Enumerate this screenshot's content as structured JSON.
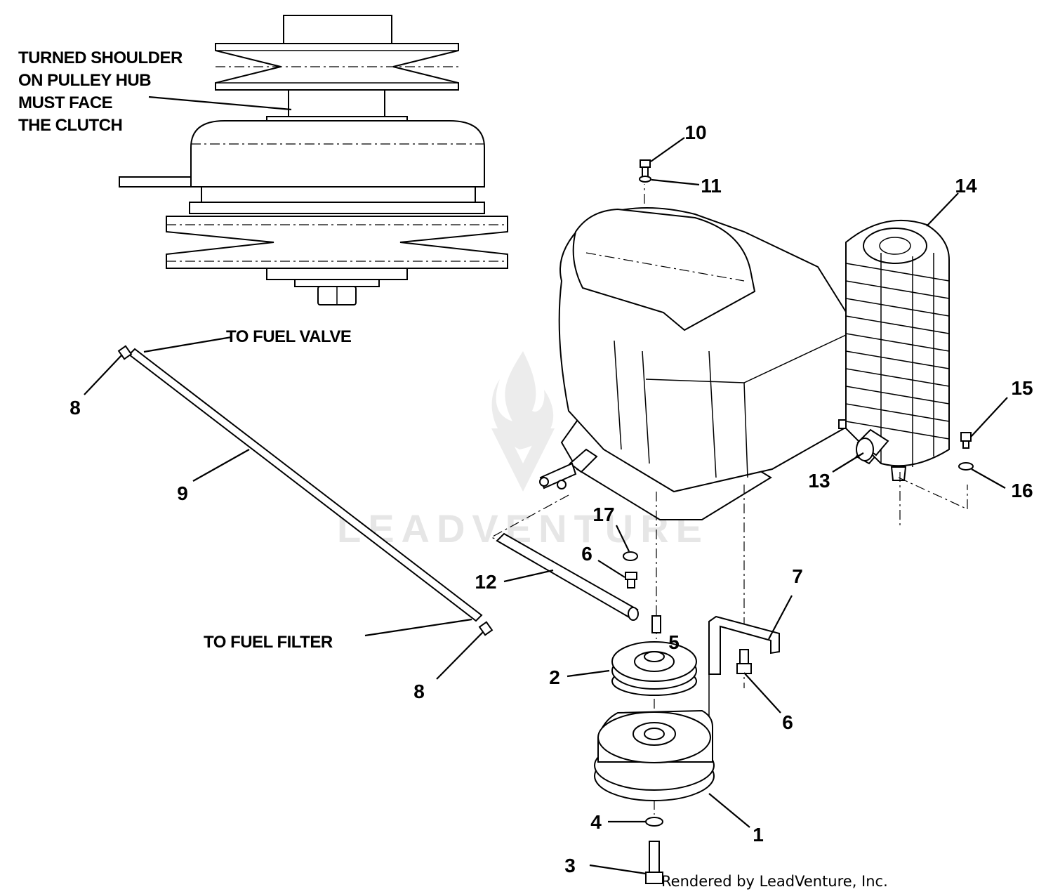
{
  "notes": {
    "shoulder_line1": "TURNED SHOULDER",
    "shoulder_line2": "ON PULLEY HUB",
    "shoulder_line3": "MUST FACE",
    "shoulder_line4": "THE CLUTCH",
    "to_fuel_valve": "TO FUEL VALVE",
    "to_fuel_filter": "TO FUEL FILTER"
  },
  "callouts": {
    "c1": "1",
    "c2": "2",
    "c3": "3",
    "c4": "4",
    "c5": "5",
    "c6a": "6",
    "c6b": "6",
    "c7": "7",
    "c8a": "8",
    "c8b": "8",
    "c9": "9",
    "c10": "10",
    "c11": "11",
    "c12": "12",
    "c13": "13",
    "c14": "14",
    "c15": "15",
    "c16": "16",
    "c17": "17"
  },
  "watermark": "LEADVENTURE",
  "credit": "Rendered by LeadVenture, Inc."
}
